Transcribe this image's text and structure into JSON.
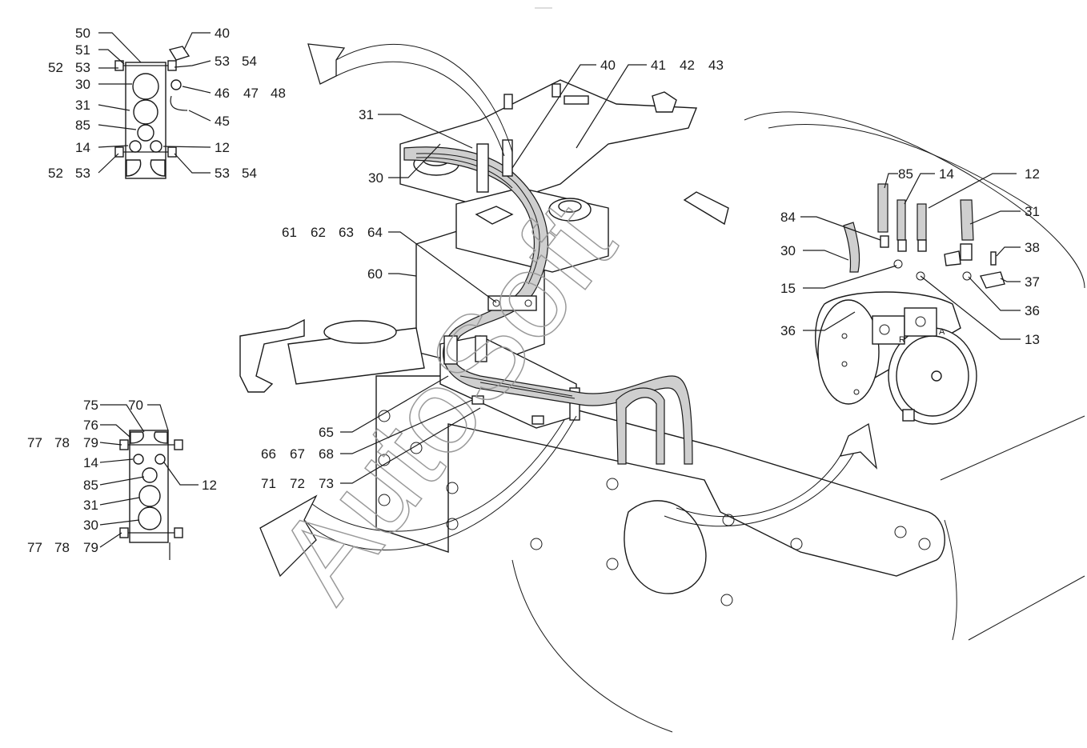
{
  "watermark": "AutoSoft",
  "callouts": {
    "top_left_panel": [
      "50",
      "51",
      "52",
      "53",
      "30",
      "31",
      "85",
      "14",
      "52",
      "53",
      "40",
      "53",
      "54",
      "46",
      "47",
      "48",
      "45",
      "12",
      "53",
      "54"
    ],
    "bottom_left_panel": [
      "75",
      "70",
      "76",
      "77",
      "78",
      "79",
      "14",
      "85",
      "31",
      "30",
      "12",
      "77",
      "78",
      "79"
    ],
    "main_assembly": [
      "40",
      "41",
      "42",
      "43",
      "31",
      "30",
      "61",
      "62",
      "63",
      "64",
      "60",
      "65",
      "66",
      "67",
      "68",
      "71",
      "72",
      "73"
    ],
    "right_motor": [
      "85",
      "14",
      "12",
      "84",
      "31",
      "30",
      "38",
      "15",
      "37",
      "36",
      "36",
      "13"
    ]
  },
  "motor_port_letters": [
    "R",
    "A"
  ]
}
